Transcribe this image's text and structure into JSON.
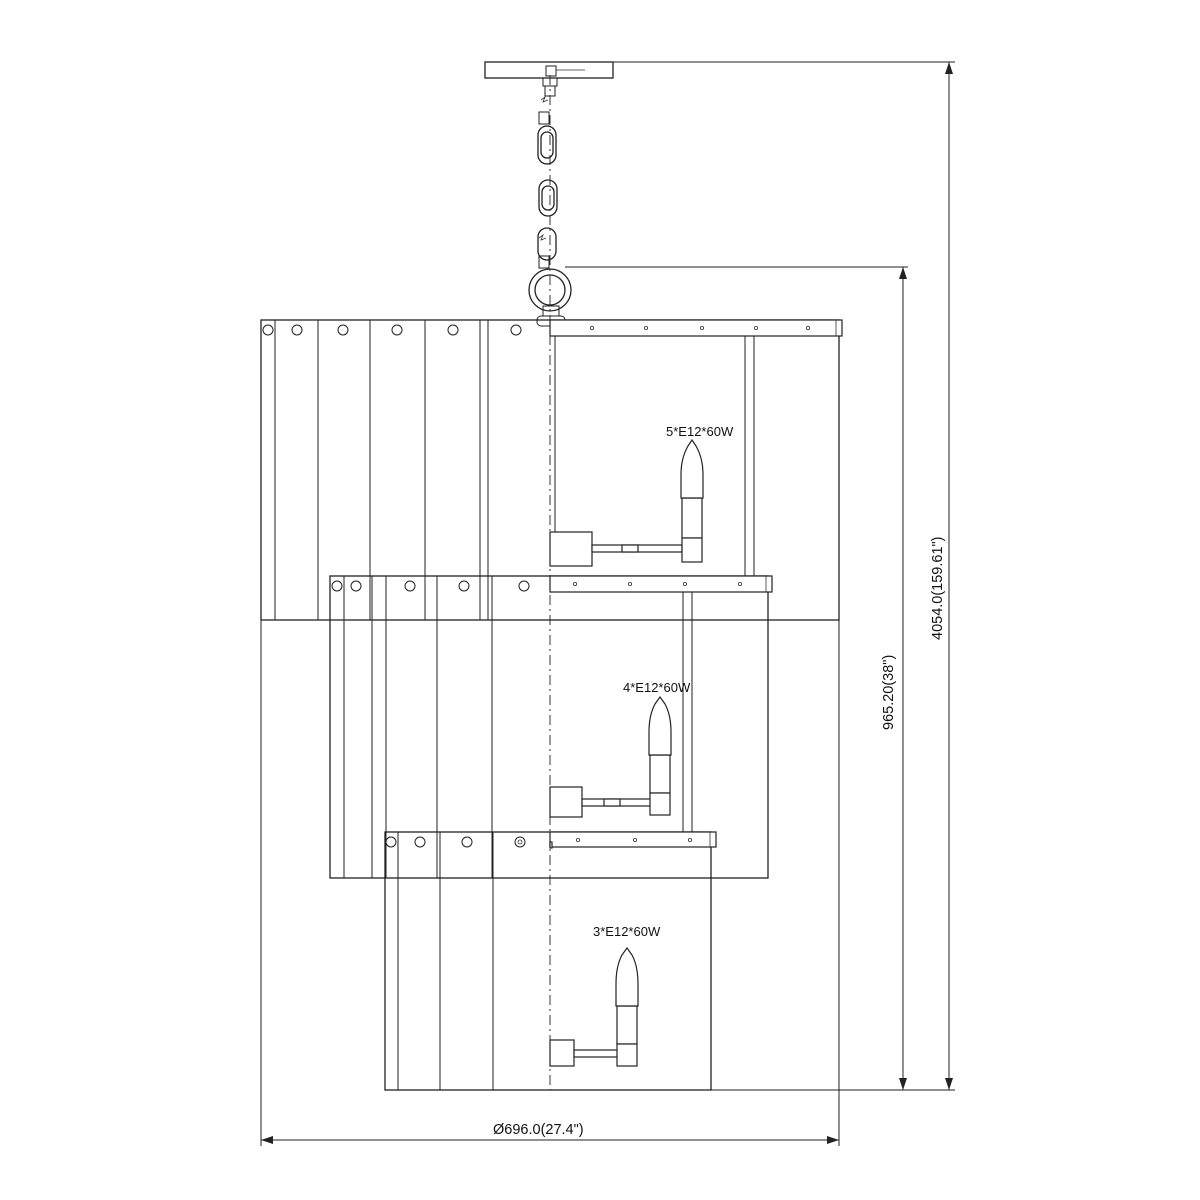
{
  "tiers": [
    {
      "bulb_spec": "5*E12*60W"
    },
    {
      "bulb_spec": "4*E12*60W"
    },
    {
      "bulb_spec": "3*E12*60W"
    }
  ],
  "dimensions": {
    "overall_height": "4054.0(159.61\")",
    "body_height": "965.20(38\")",
    "diameter": "Ø696.0(27.4\")"
  }
}
